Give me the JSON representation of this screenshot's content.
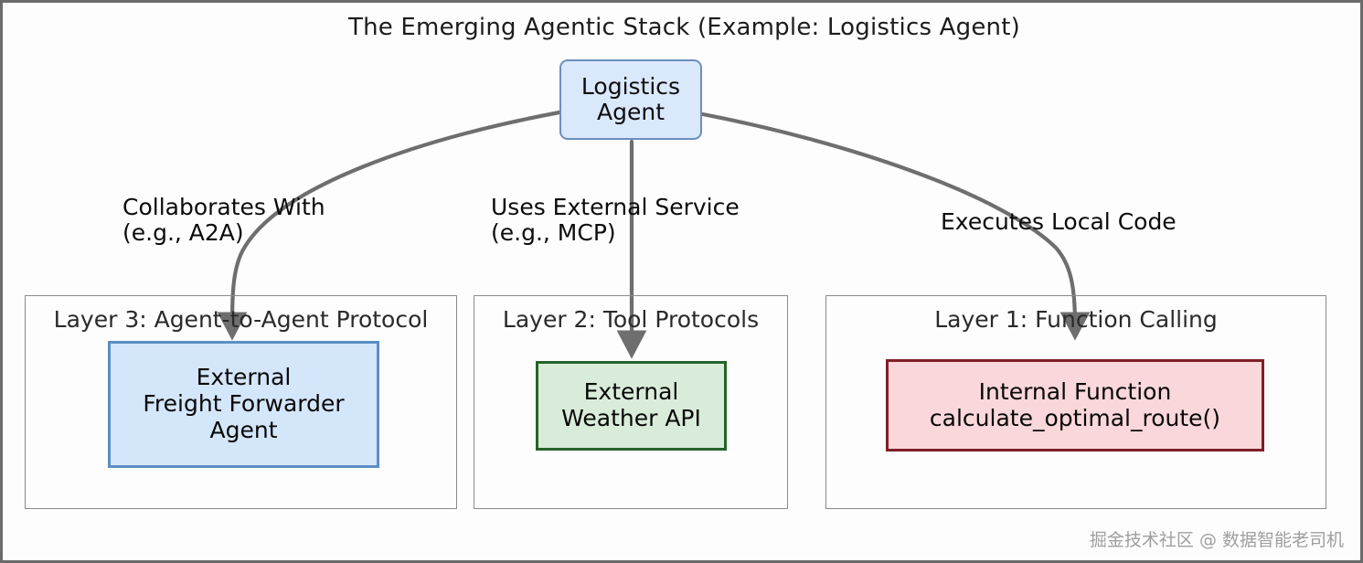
{
  "diagram": {
    "title": "The Emerging Agentic Stack (Example: Logistics Agent)",
    "root_node": {
      "label": "Logistics\nAgent",
      "fill": "#dae8fc",
      "stroke": "#6c8ebf"
    },
    "edges": [
      {
        "label": "Collaborates With\n(e.g., A2A)",
        "from": "Logistics Agent",
        "to": "External Freight Forwarder Agent"
      },
      {
        "label": "Uses External Service\n(e.g., MCP)",
        "from": "Logistics Agent",
        "to": "External Weather API"
      },
      {
        "label": "Executes Local Code",
        "from": "Logistics Agent",
        "to": "Internal Function calculate_optimal_route()"
      }
    ],
    "layers": [
      {
        "id": "layer-3",
        "title": "Layer 3: Agent-to-Agent Protocol",
        "node": {
          "label": "External\nFreight Forwarder\nAgent",
          "fill": "#d4e6f9",
          "stroke": "#5b8ec4"
        }
      },
      {
        "id": "layer-2",
        "title": "Layer 2: Tool Protocols",
        "node": {
          "label": "External\nWeather API",
          "fill": "#d9ecd9",
          "stroke": "#25632a"
        }
      },
      {
        "id": "layer-1",
        "title": "Layer 1: Function Calling",
        "node": {
          "label": "Internal Function\ncalculate_optimal_route()",
          "fill": "#f9d7da",
          "stroke": "#7e1f28"
        }
      }
    ],
    "watermark": "掘金技术社区 @ 数据智能老司机",
    "colors": {
      "frame": "#6b6b6b",
      "edge": "#6e6e6e",
      "container": "#8b8b8b",
      "background": "#fdfdfd"
    }
  }
}
